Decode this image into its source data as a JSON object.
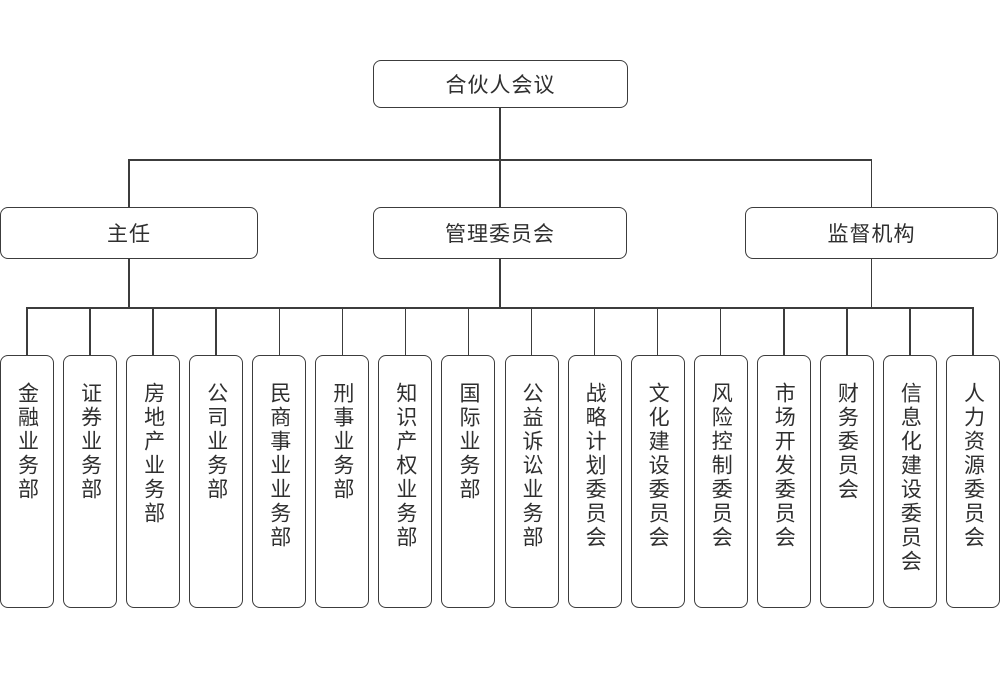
{
  "org": {
    "root": {
      "label": "合伙人会议"
    },
    "level2": [
      {
        "label": "主任"
      },
      {
        "label": "管理委员会"
      },
      {
        "label": "监督机构"
      }
    ],
    "departments": [
      "金融业务部",
      "证券业务部",
      "房地产业务部",
      "公司业务部",
      "民商事业业务部",
      "刑事业务部",
      "知识产权业务部",
      "国际业务部",
      "公益诉讼业务部",
      "战略计划委员会",
      "文化建设委员会",
      "风险控制委员会",
      "市场开发委员会",
      "财务委员会",
      "信息化建设委员会",
      "人力资源委员会"
    ]
  },
  "colors": {
    "line": "#3c3c3c",
    "text": "#2f2f2f",
    "background": "#ffffff"
  }
}
